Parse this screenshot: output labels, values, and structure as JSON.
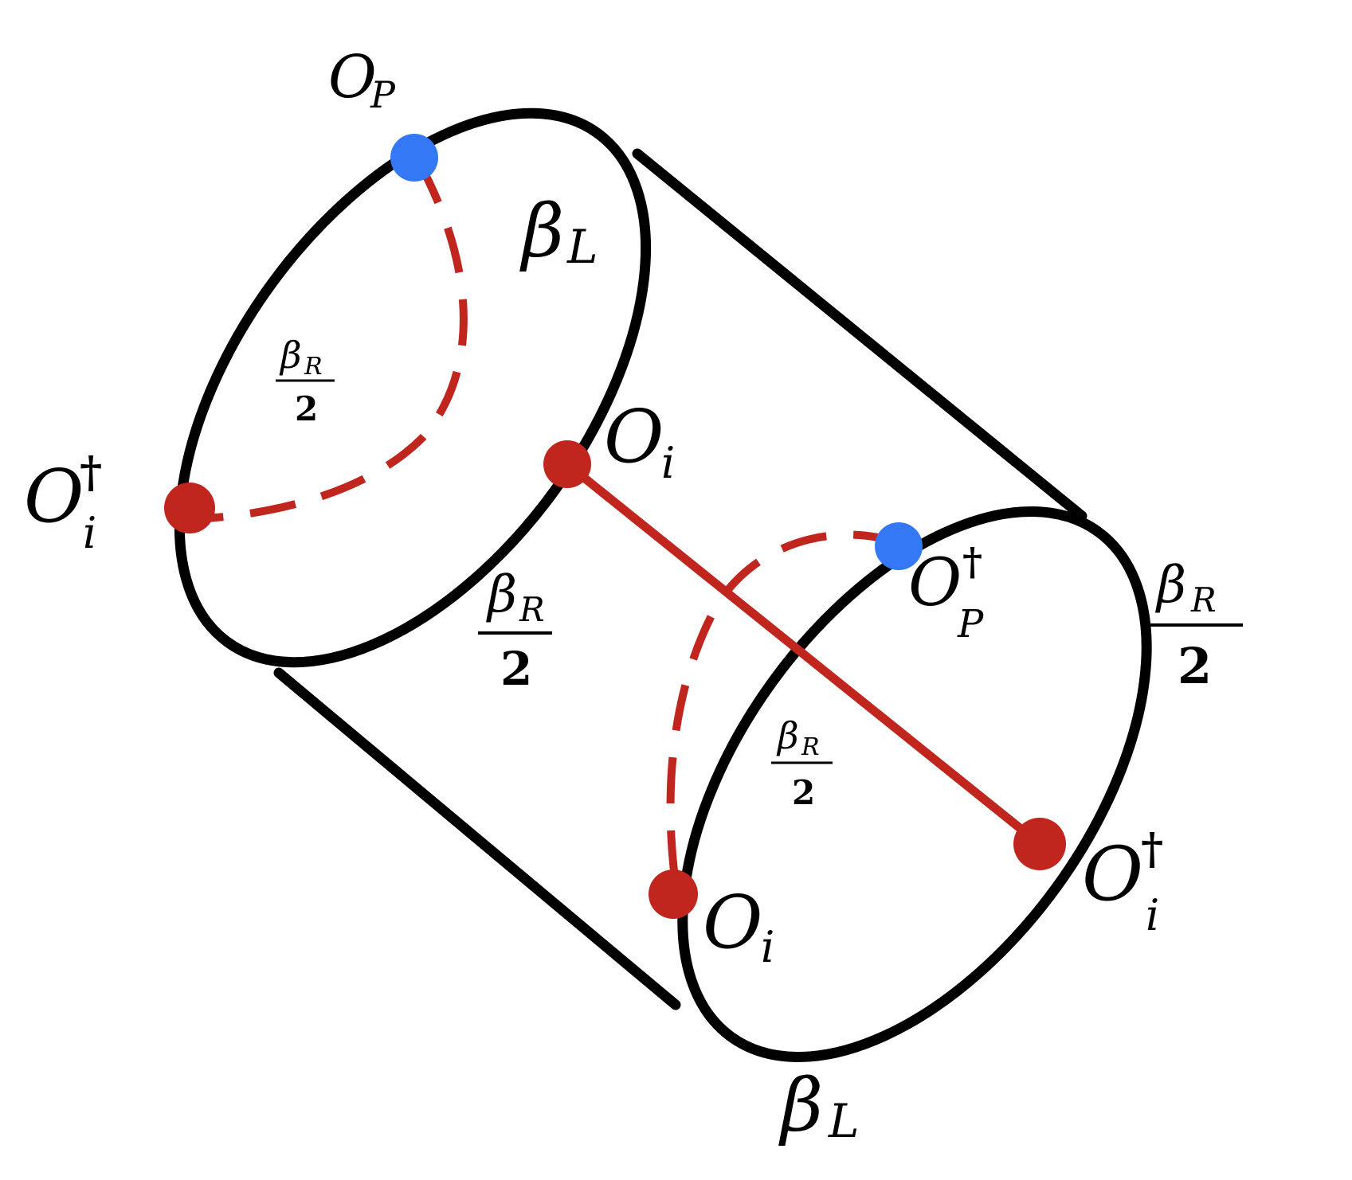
{
  "colors": {
    "outline": "#000000",
    "correlator_line": "#c0261e",
    "operator_red": "#c0261e",
    "operator_blue": "#3478f6"
  },
  "labels": {
    "op_P": {
      "base": "O",
      "sub": "P"
    },
    "op_i_dagger_left": {
      "base": "O",
      "sup": "†",
      "sub": "i"
    },
    "op_i_center": {
      "base": "O",
      "sub": "i"
    },
    "op_P_dagger": {
      "base": "O",
      "sup": "†",
      "sub": "P"
    },
    "op_i_dagger_right": {
      "base": "O",
      "sup": "†",
      "sub": "i"
    },
    "op_i_bottom": {
      "base": "O",
      "sub": "i"
    },
    "beta_L_top": {
      "base": "β",
      "sub": "L"
    },
    "beta_L_bottom": {
      "base": "β",
      "sub": "L"
    },
    "frac_left_small": {
      "num_base": "β",
      "num_sub": "R",
      "den": "2"
    },
    "frac_middle": {
      "num_base": "β",
      "num_sub": "R",
      "den": "2"
    },
    "frac_right_small": {
      "num_base": "β",
      "num_sub": "R",
      "den": "2"
    },
    "frac_right_large": {
      "num_base": "β",
      "num_sub": "R",
      "den": "2"
    }
  }
}
